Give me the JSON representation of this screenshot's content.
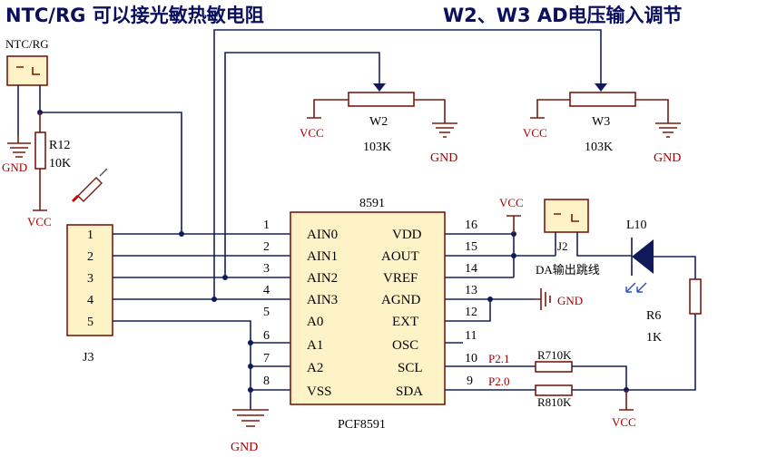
{
  "header": {
    "left_title": "NTC/RG 可以接光敏热敏电阻",
    "right_title": "W2、W3 AD电压输入调节"
  },
  "labels": {
    "ntc_connector": "NTC/RG",
    "r12_name": "R12",
    "r12_value": "10K",
    "w2_name": "W2",
    "w2_value": "103K",
    "w3_name": "W3",
    "w3_value": "103K",
    "chip_part": "8591",
    "chip_name": "PCF8591",
    "j3_name": "J3",
    "j2_name": "J2",
    "da_jumper": "DA输出跳线",
    "led_name": "L10",
    "r6_name": "R6",
    "r6_value": "1K",
    "r7": "R710K",
    "r8": "R810K",
    "p21": "P2.1",
    "p20": "P2.0",
    "vcc": "VCC",
    "gnd": "GND",
    "gnd_arrow": "GND"
  },
  "j3_pins": [
    "1",
    "2",
    "3",
    "4",
    "5"
  ],
  "chip_left_pins": [
    {
      "num": "1",
      "name": "AIN0"
    },
    {
      "num": "2",
      "name": "AIN1"
    },
    {
      "num": "3",
      "name": "AIN2"
    },
    {
      "num": "4",
      "name": "AIN3"
    },
    {
      "num": "5",
      "name": "A0"
    },
    {
      "num": "6",
      "name": "A1"
    },
    {
      "num": "7",
      "name": "A2"
    },
    {
      "num": "8",
      "name": "VSS"
    }
  ],
  "chip_right_pins": [
    {
      "num": "16",
      "name": "VDD"
    },
    {
      "num": "15",
      "name": "AOUT"
    },
    {
      "num": "14",
      "name": "VREF"
    },
    {
      "num": "13",
      "name": "AGND"
    },
    {
      "num": "12",
      "name": "EXT"
    },
    {
      "num": "11",
      "name": "OSC"
    },
    {
      "num": "10",
      "name": "SCL"
    },
    {
      "num": "9",
      "name": "SDA"
    }
  ]
}
